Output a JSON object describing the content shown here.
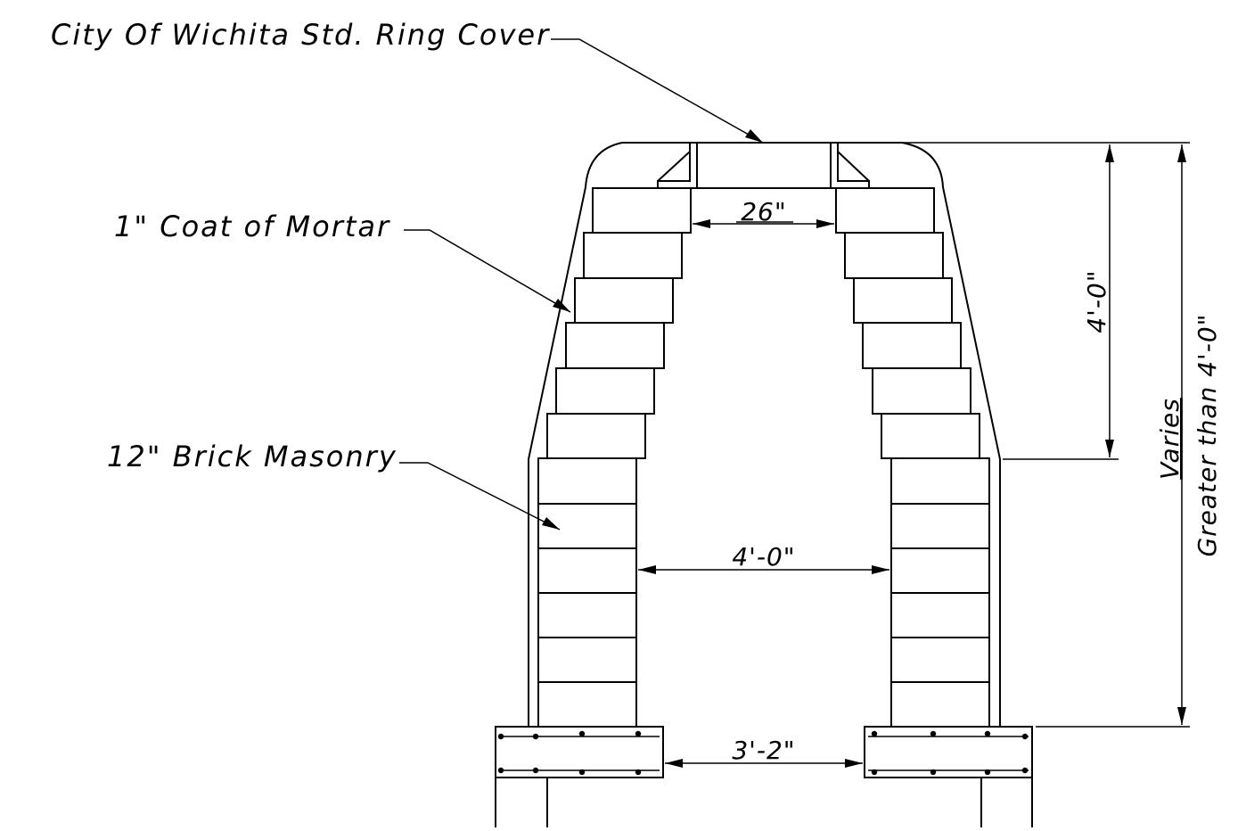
{
  "callouts": {
    "ring_cover": "City Of Wichita Std. Ring Cover",
    "mortar": "1\" Coat of Mortar",
    "brick": "12\" Brick Masonry"
  },
  "dimensions": {
    "top_opening": "26\"",
    "inner_width": "4'-0\"",
    "base_opening": "3'-2\"",
    "cone_height": "4'-0\"",
    "varies": "Varies",
    "greater_than": "Greater than 4'-0\""
  }
}
